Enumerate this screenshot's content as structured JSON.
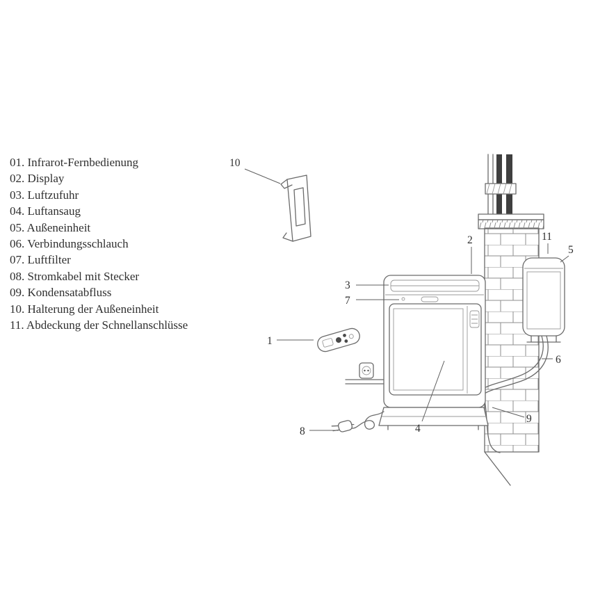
{
  "page": {
    "background": "#ffffff",
    "colors": {
      "line": "#6a6a6a",
      "dark_fill": "#3f3f3f",
      "text": "#333333"
    }
  },
  "legend": {
    "items": [
      {
        "text": "01. Infrarot-Fernbedienung"
      },
      {
        "text": "02. Display"
      },
      {
        "text": "03. Luftzufuhr"
      },
      {
        "text": "04. Luftansaug"
      },
      {
        "text": "05. Außeneinheit"
      },
      {
        "text": "06. Verbindungsschlauch"
      },
      {
        "text": "07. Luftfilter"
      },
      {
        "text": "08. Stromkabel mit Stecker"
      },
      {
        "text": "09. Kondensatabfluss"
      },
      {
        "text": "10. Halterung der Außeneinheit"
      },
      {
        "text": "11. Abdeckung der Schnellanschlüsse"
      }
    ]
  },
  "diagram": {
    "callouts": [
      {
        "num": "1"
      },
      {
        "num": "2"
      },
      {
        "num": "3"
      },
      {
        "num": "4"
      },
      {
        "num": "5"
      },
      {
        "num": "6"
      },
      {
        "num": "7"
      },
      {
        "num": "8"
      },
      {
        "num": "9"
      },
      {
        "num": "10"
      },
      {
        "num": "11"
      }
    ]
  }
}
